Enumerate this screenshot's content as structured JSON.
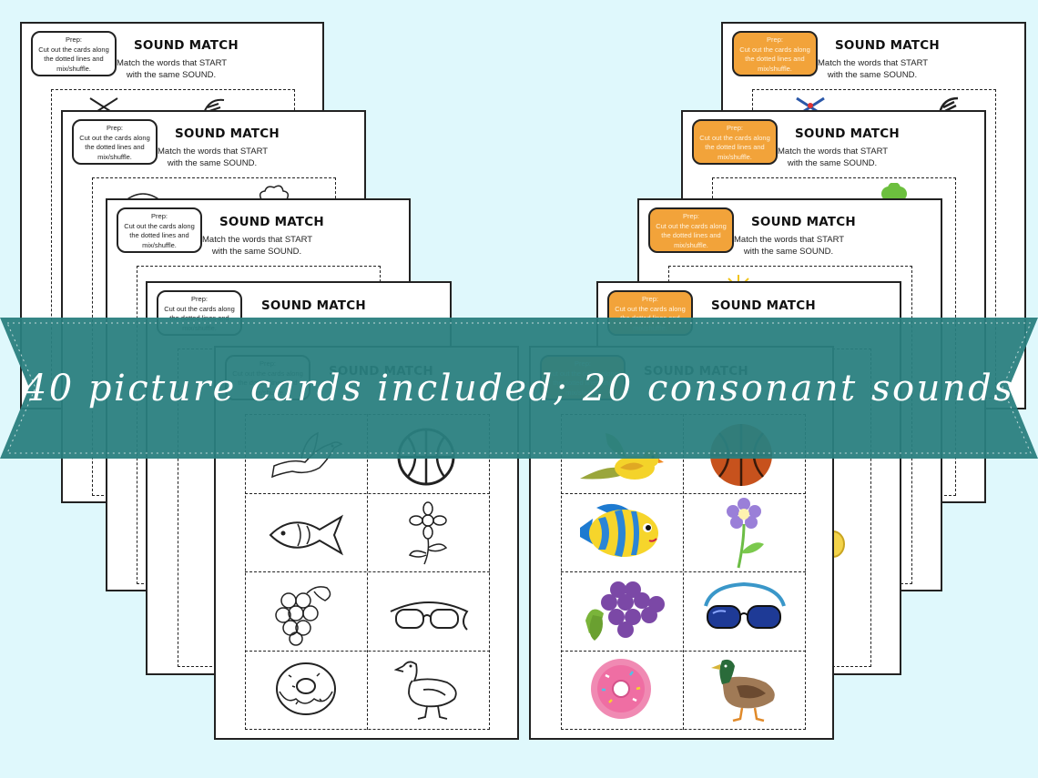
{
  "banner": {
    "text": "40 picture cards included; 20 consonant sounds",
    "color": "#2a7f80"
  },
  "worksheet": {
    "title": "SOUND MATCH",
    "instruction_line1": "Match the words that START",
    "instruction_line2": "with the same SOUND.",
    "prep_heading": "Prep:",
    "prep_line1": "Cut out the cards along",
    "prep_line2": "the dotted lines and",
    "prep_line3": "mix/shuffle."
  },
  "front_black_white": {
    "cards": [
      "bird-icon",
      "basketball-icon",
      "fish-icon",
      "flower-icon",
      "grapes-icon",
      "goggles-icon",
      "donut-icon",
      "duck-icon"
    ]
  },
  "front_color": {
    "cards": [
      "bird-icon",
      "basketball-icon",
      "fish-icon",
      "flower-icon",
      "grapes-icon",
      "goggles-icon",
      "donut-icon",
      "duck-icon"
    ]
  },
  "colors": {
    "background": "#dff8fc",
    "prep_orange": "#f2a33a",
    "banner": "#2a7f80"
  }
}
